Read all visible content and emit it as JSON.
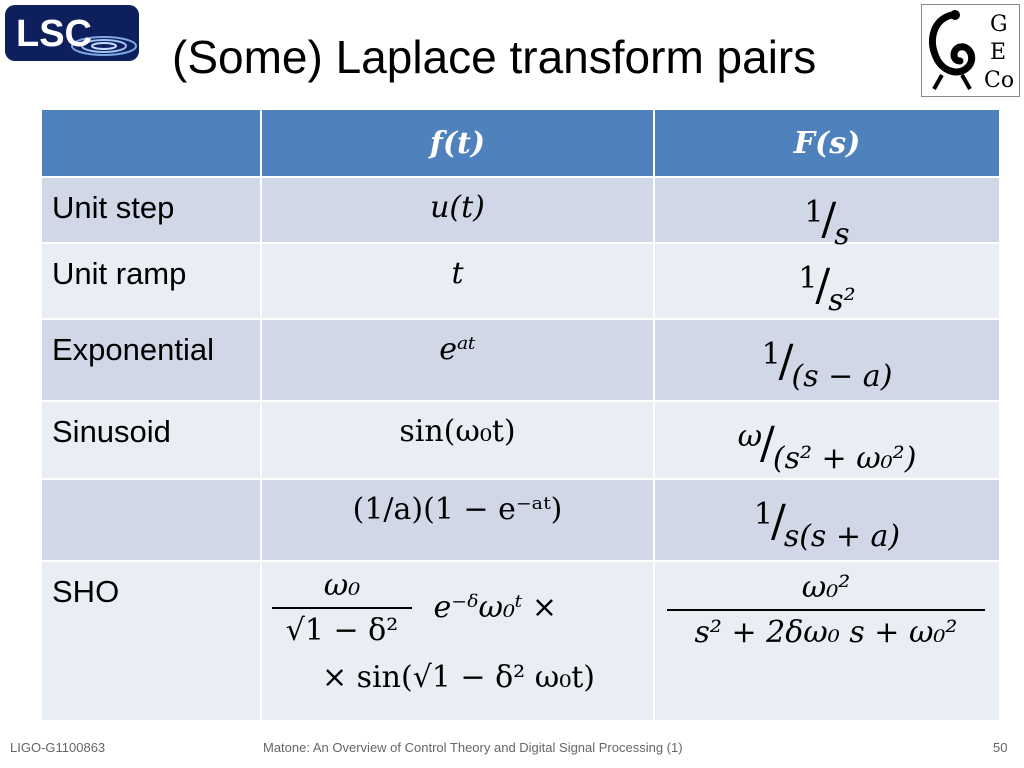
{
  "title": "(Some) Laplace transform pairs",
  "logos": {
    "lsc_text": "LSC",
    "geco_letters": [
      "G",
      "E",
      "Co"
    ]
  },
  "table": {
    "headers": [
      "",
      "f(t)",
      "F(s)"
    ],
    "rows": [
      {
        "name": "Unit step",
        "f": "u(t)",
        "F_num": "1",
        "F_den": "s"
      },
      {
        "name": "Unit ramp",
        "f": "t",
        "F_num": "1",
        "F_den": "s²"
      },
      {
        "name": "Exponential",
        "f": "eᵃᵗ",
        "F_num": "1",
        "F_den": "(s − a)"
      },
      {
        "name": "Sinusoid",
        "f": "sin(ω₀t)",
        "F_num": "ω",
        "F_den": "(s² + ω₀²)"
      },
      {
        "name": "",
        "f": "(1/a)(1 − e⁻ᵃᵗ)",
        "F_num": "1",
        "F_den": "s(s + a)"
      },
      {
        "name": "SHO",
        "f_num": "ω₀",
        "f_den": "√1 − δ²",
        "f_exp": "e⁻ᵟω₀ᵗ ×",
        "f_line2": "× sin(√1 − δ² ω₀t)",
        "F_num": "ω₀²",
        "F_den": "s² + 2δω₀ s + ω₀²"
      }
    ]
  },
  "footer": {
    "left": "LIGO-G1100863",
    "middle": "Matone: An Overview of Control Theory and Digital Signal Processing (1)",
    "page": "50"
  },
  "colors": {
    "header_bg": "#4f81bd",
    "row_odd": "#d0d8e8",
    "row_even": "#e9edf4"
  }
}
